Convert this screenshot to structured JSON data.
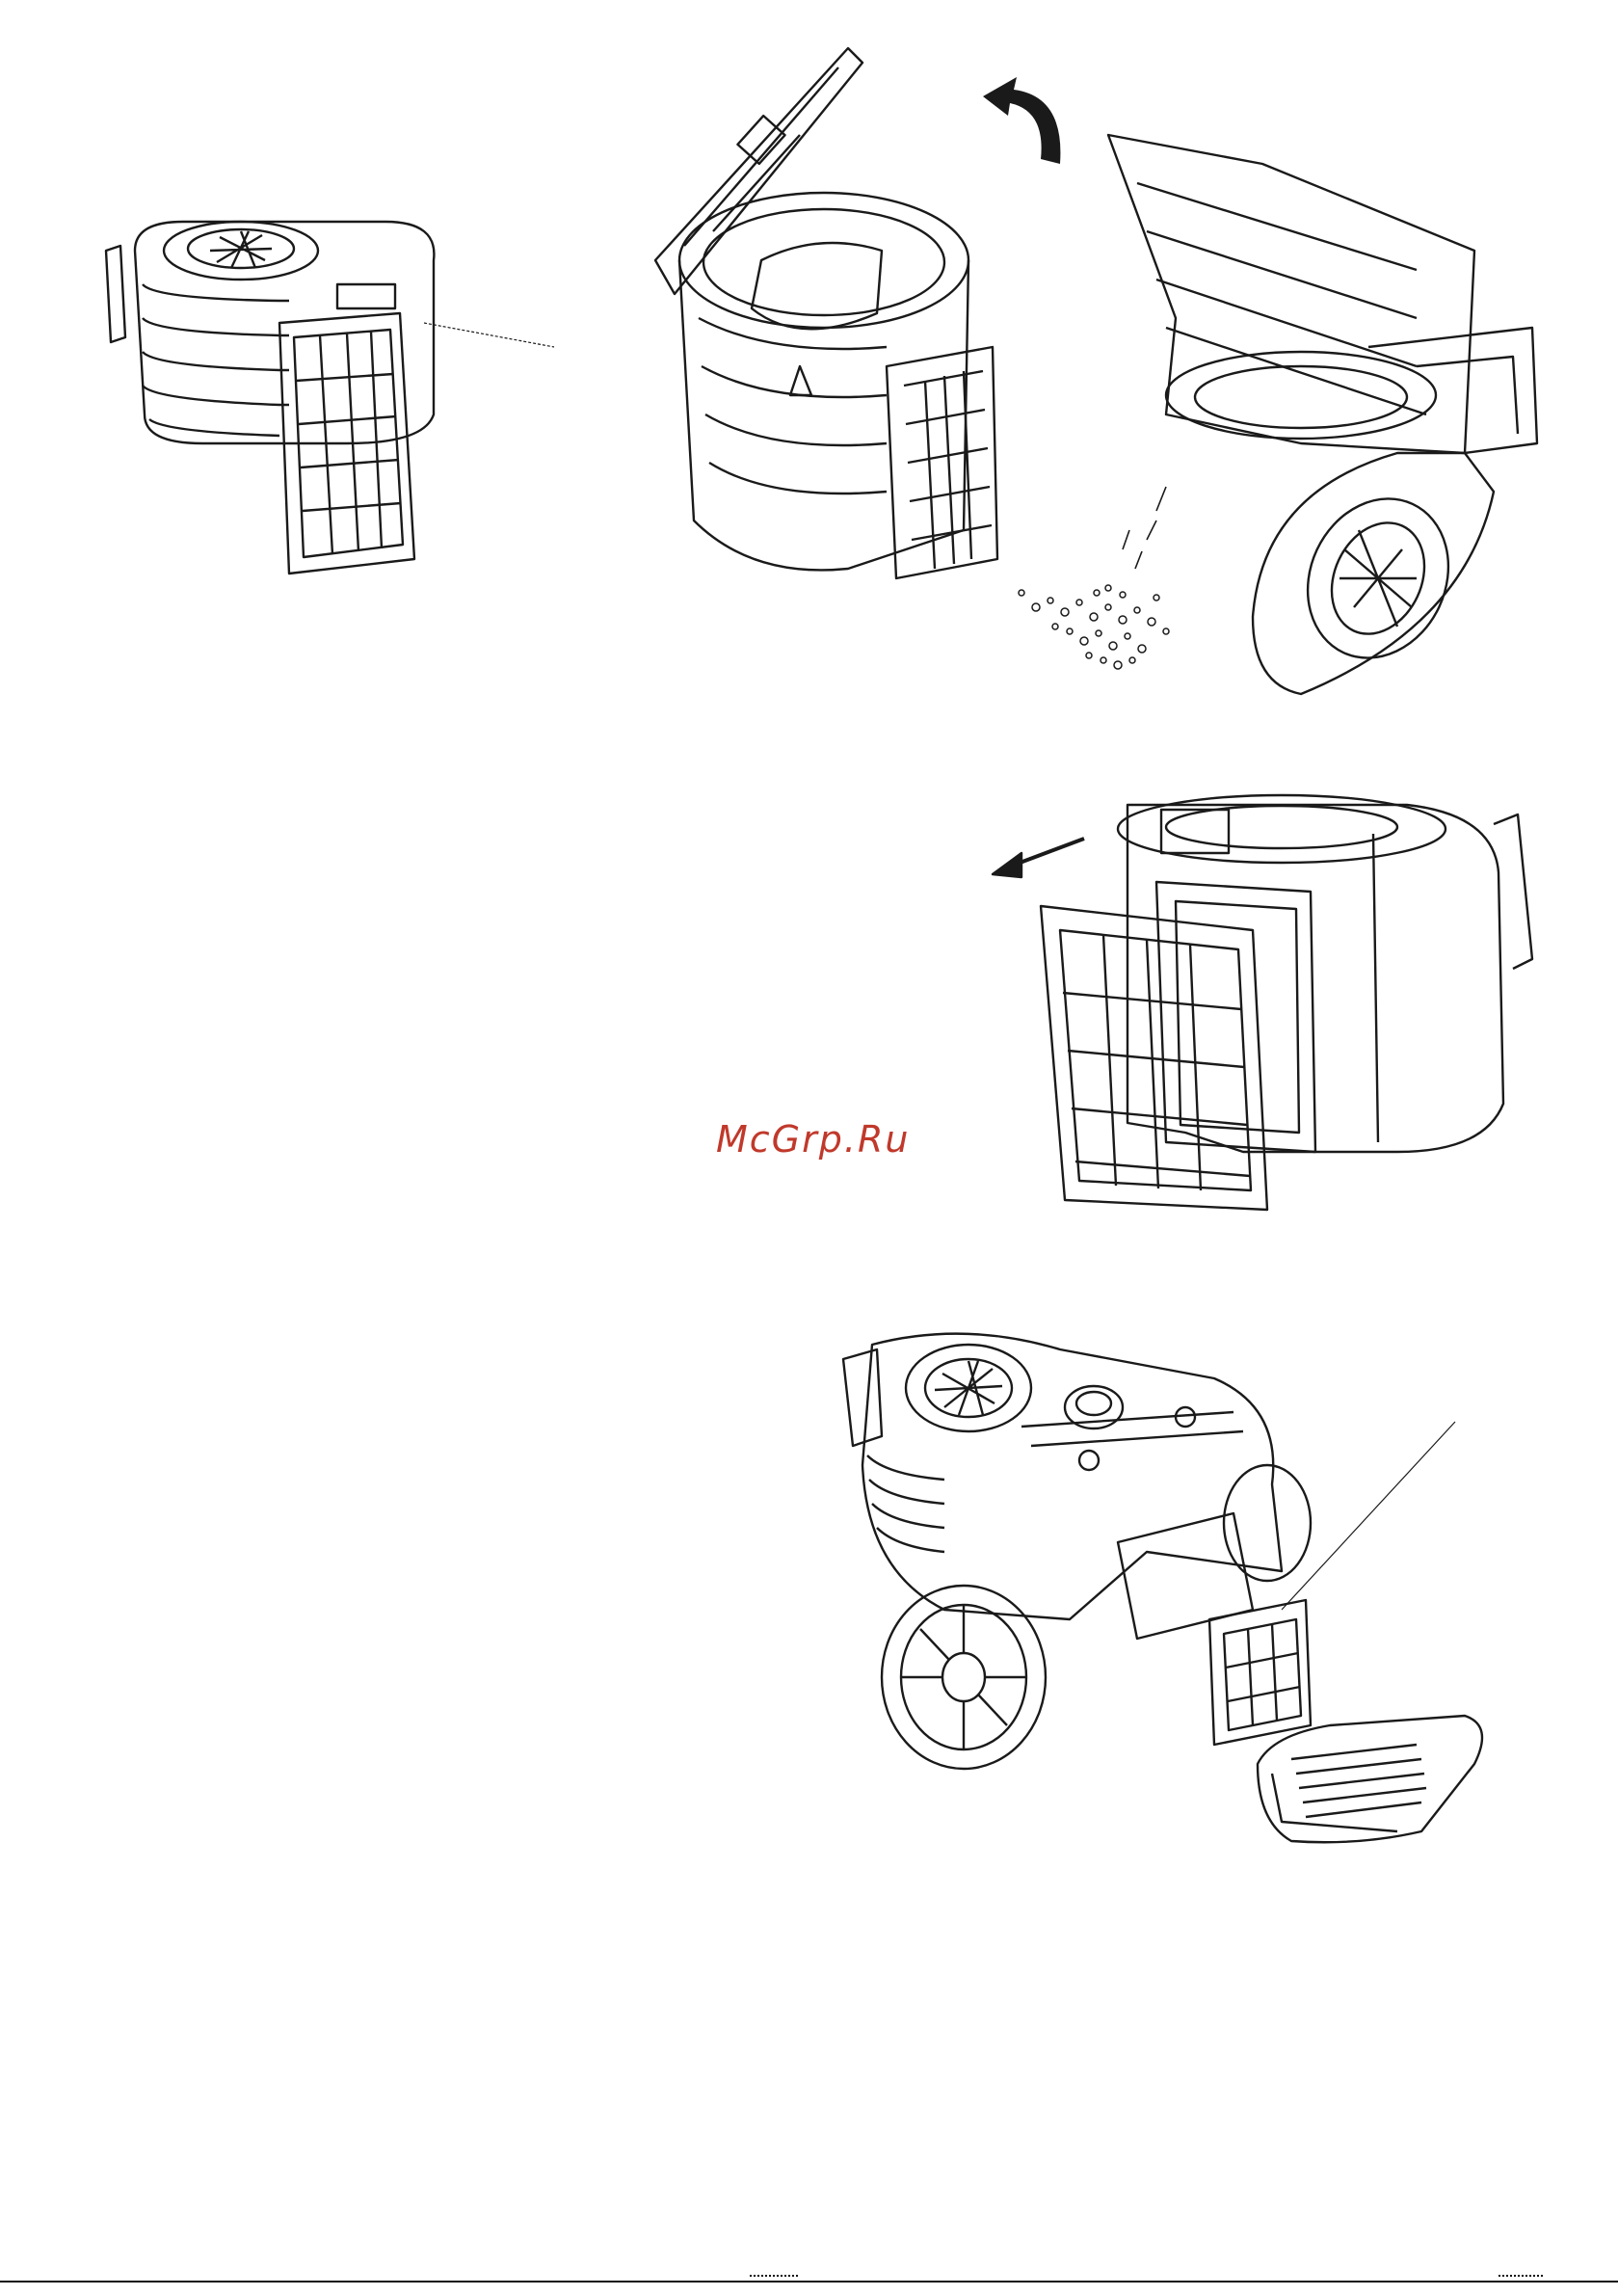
{
  "page": {
    "watermark": "McGrp.Ru",
    "watermark_color": "#c0392b",
    "line_color": "#1a1a1a"
  },
  "figures": [
    {
      "name": "dust-container-with-filter",
      "icon": "dust-container-icon"
    },
    {
      "name": "open-lid-container",
      "icon": "open-container-icon"
    },
    {
      "name": "emptying-container",
      "icon": "emptying-dust-icon"
    },
    {
      "name": "removing-container-filter",
      "icon": "filter-removal-icon"
    },
    {
      "name": "vacuum-exhaust-filter",
      "icon": "vacuum-cleaner-icon"
    }
  ]
}
